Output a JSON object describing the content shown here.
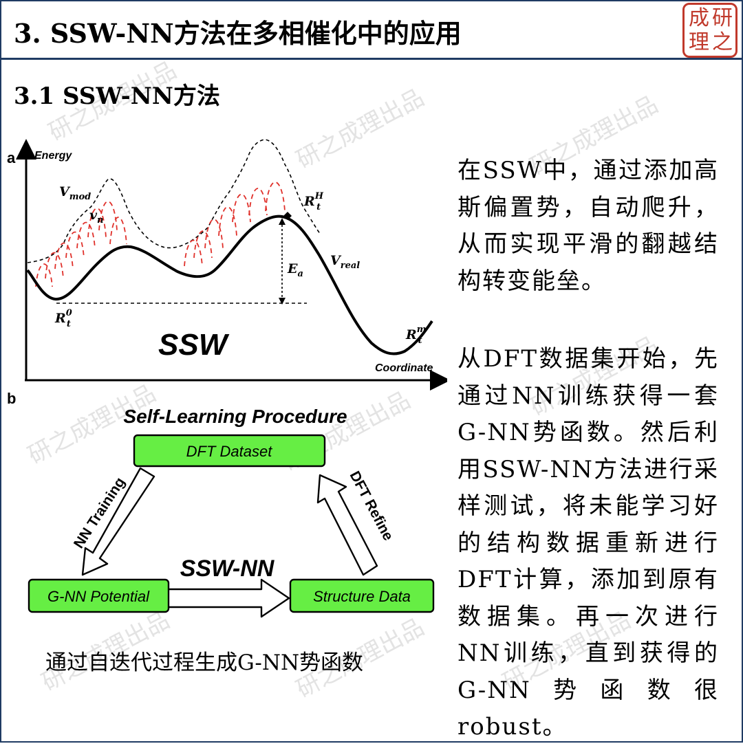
{
  "header": {
    "title": "3. SSW-NN方法在多相催化中的应用"
  },
  "seal": {
    "chars": [
      "研",
      "之",
      "成",
      "理"
    ],
    "text": "研之成理"
  },
  "section": {
    "title": "3.1 SSW-NN方法"
  },
  "watermark": {
    "text": "研之成理出品"
  },
  "panel_a": {
    "label": "a",
    "y_axis_label": "Energy",
    "x_axis_label": "Coordinate",
    "big_label": "SSW",
    "curve_labels": {
      "v_mod": "V",
      "v_mod_sub": "mod",
      "v_n": "v",
      "v_n_sub": "n",
      "v_real": "V",
      "v_real_sub": "real",
      "e_a": "E",
      "e_a_sub": "a",
      "r_t0": "R",
      "r_t0_sub": "t",
      "r_t0_sup": "0",
      "r_th": "R",
      "r_th_sub": "t",
      "r_th_sup": "H",
      "r_tm": "R",
      "r_tm_sub": "t",
      "r_tm_sup": "m"
    }
  },
  "panel_b": {
    "label": "b",
    "title": "Self-Learning Procedure",
    "center_label": "SSW-NN",
    "boxes": {
      "dft_dataset": "DFT Dataset",
      "gnn_potential": "G-NN Potential",
      "structure_data": "Structure Data"
    },
    "arrows": {
      "nn_training": "NN Training",
      "dft_refine": "DFT Refine"
    }
  },
  "colors": {
    "box_fill": "#66ee44",
    "dashed_red": "#e0302a",
    "border_blue": "#1f3b63",
    "seal_red": "#c0392b"
  },
  "caption": "通过自迭代过程生成G-NN势函数",
  "paragraphs": {
    "p1": "在SSW中，通过添加高斯偏置势，自动爬升，从而实现平滑的翻越结构转变能垒。",
    "p2": "从DFT数据集开始，先通过NN训练获得一套G-NN势函数。然后利用SSW-NN方法进行采样测试，将未能学习好的结构数据重新进行DFT计算，添加到原有数据集。再一次进行NN训练，直到获得的G-NN势函数很robust。"
  }
}
